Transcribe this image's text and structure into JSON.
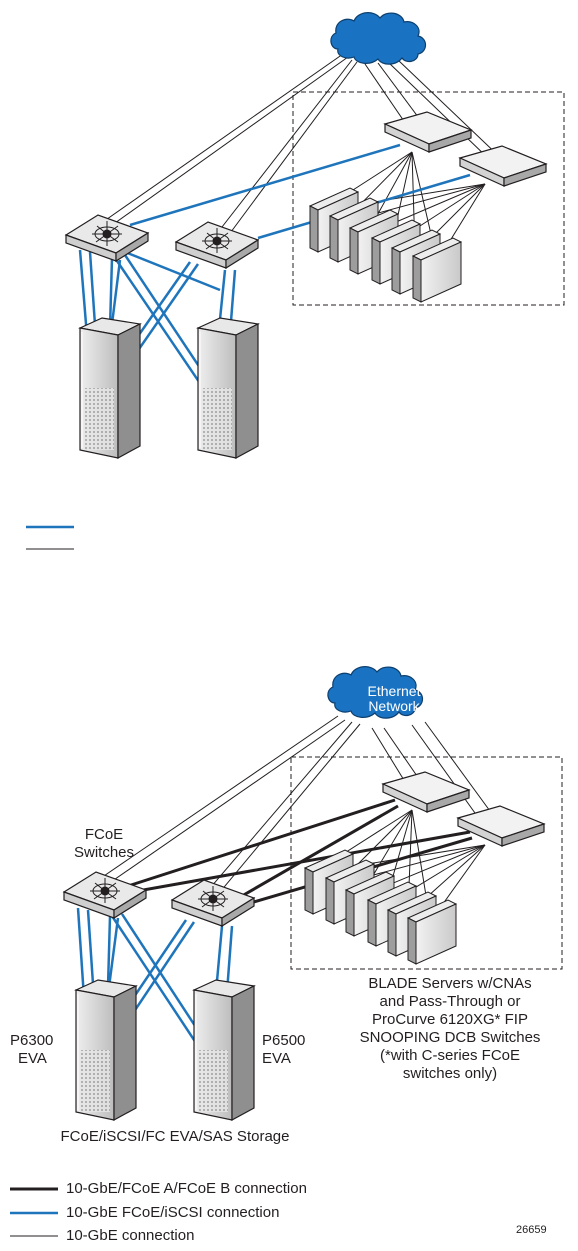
{
  "top_diagram": {
    "legend": {
      "items": [
        {
          "style": "blue",
          "label": ""
        },
        {
          "style": "thin",
          "label": ""
        }
      ]
    }
  },
  "bottom_diagram": {
    "cloud_label": [
      "Ethernet",
      "Network"
    ],
    "switch_label": [
      "FCoE",
      "Switches"
    ],
    "storage_left_label": [
      "P6300",
      "EVA"
    ],
    "storage_right_label": [
      "P6500",
      "EVA"
    ],
    "storage_caption": "FCoE/iSCSI/FC EVA/SAS Storage",
    "blade_caption": [
      "BLADE Servers w/CNAs",
      "and Pass-Through or",
      "ProCurve 6120XG* FIP",
      "SNOOPING DCB Switches",
      "(*with C-series FCoE",
      "switches only)"
    ],
    "legend": {
      "items": [
        {
          "style": "thick",
          "label": "10-GbE/FCoE A/FCoE B connection"
        },
        {
          "style": "blue",
          "label": "10-GbE FCoE/iSCSI connection"
        },
        {
          "style": "thin",
          "label": "10-GbE connection"
        }
      ]
    }
  },
  "figure_id": "26659",
  "colors": {
    "blue_link": "#1f75bb",
    "cloud": "#1a73c2",
    "black_link": "#231f20",
    "rack_grey": "#d5d5d5"
  }
}
